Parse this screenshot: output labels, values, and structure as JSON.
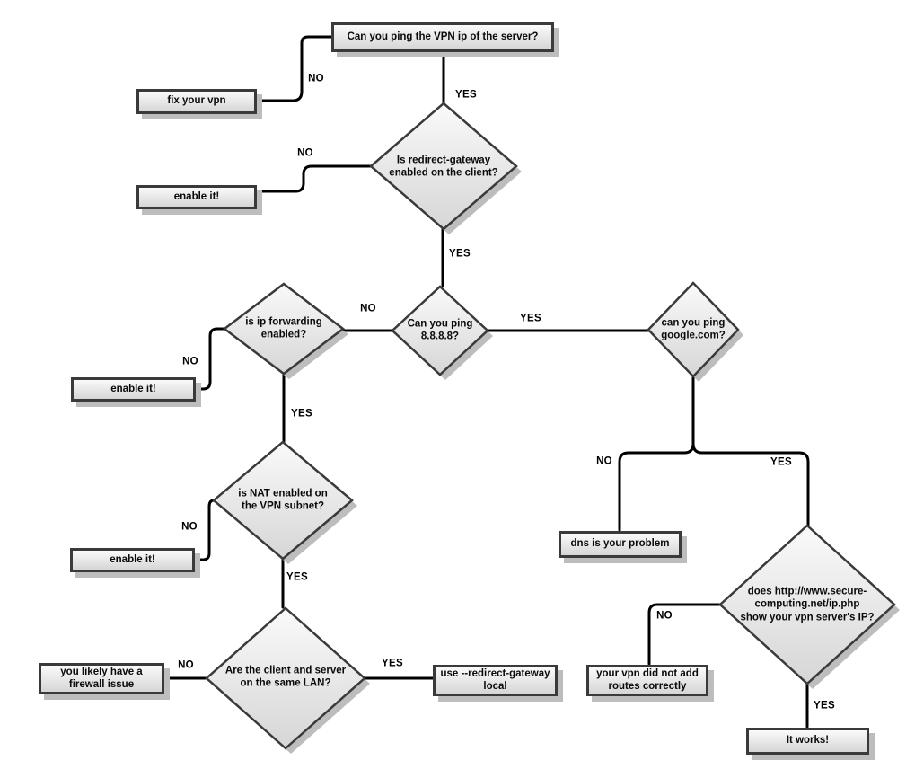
{
  "diagram": {
    "type": "flowchart",
    "topic": "VPN troubleshooting decision tree",
    "nodes": {
      "q_ping_vpn_ip": "Can you ping the VPN ip of the server?",
      "fix_vpn": "fix your vpn",
      "q_redirect_gateway": "Is redirect-gateway\nenabled on the client?",
      "enable_it_1": "enable it!",
      "q_ip_forwarding": "is ip forwarding\nenabled?",
      "q_ping_8888": "Can you ping\n8.8.8.8?",
      "q_ping_google": "can you ping\ngoogle.com?",
      "enable_it_2": "enable it!",
      "q_nat": "is NAT enabled on\nthe VPN subnet?",
      "enable_it_3": "enable it!",
      "q_same_lan": "Are the client and server\non the same LAN?",
      "firewall_issue": "you likely have a\nfirewall issue",
      "redirect_gateway_local": "use --redirect-gateway\nlocal",
      "dns_problem": "dns is your problem",
      "q_ip_php": "does http://www.secure-\ncomputing.net/ip.php\nshow your vpn server's IP?",
      "routes_not_added": "your vpn did not add\nroutes correctly",
      "it_works": "It works!"
    },
    "edge_labels": {
      "yes": "YES",
      "no": "NO"
    },
    "colors": {
      "node_fill_top": "#fafafa",
      "node_fill_bottom": "#d6d6d6",
      "node_border": "#3a3a3a",
      "shadow": "#bdbdbd",
      "connector": "#000000",
      "background": "#ffffff"
    }
  }
}
